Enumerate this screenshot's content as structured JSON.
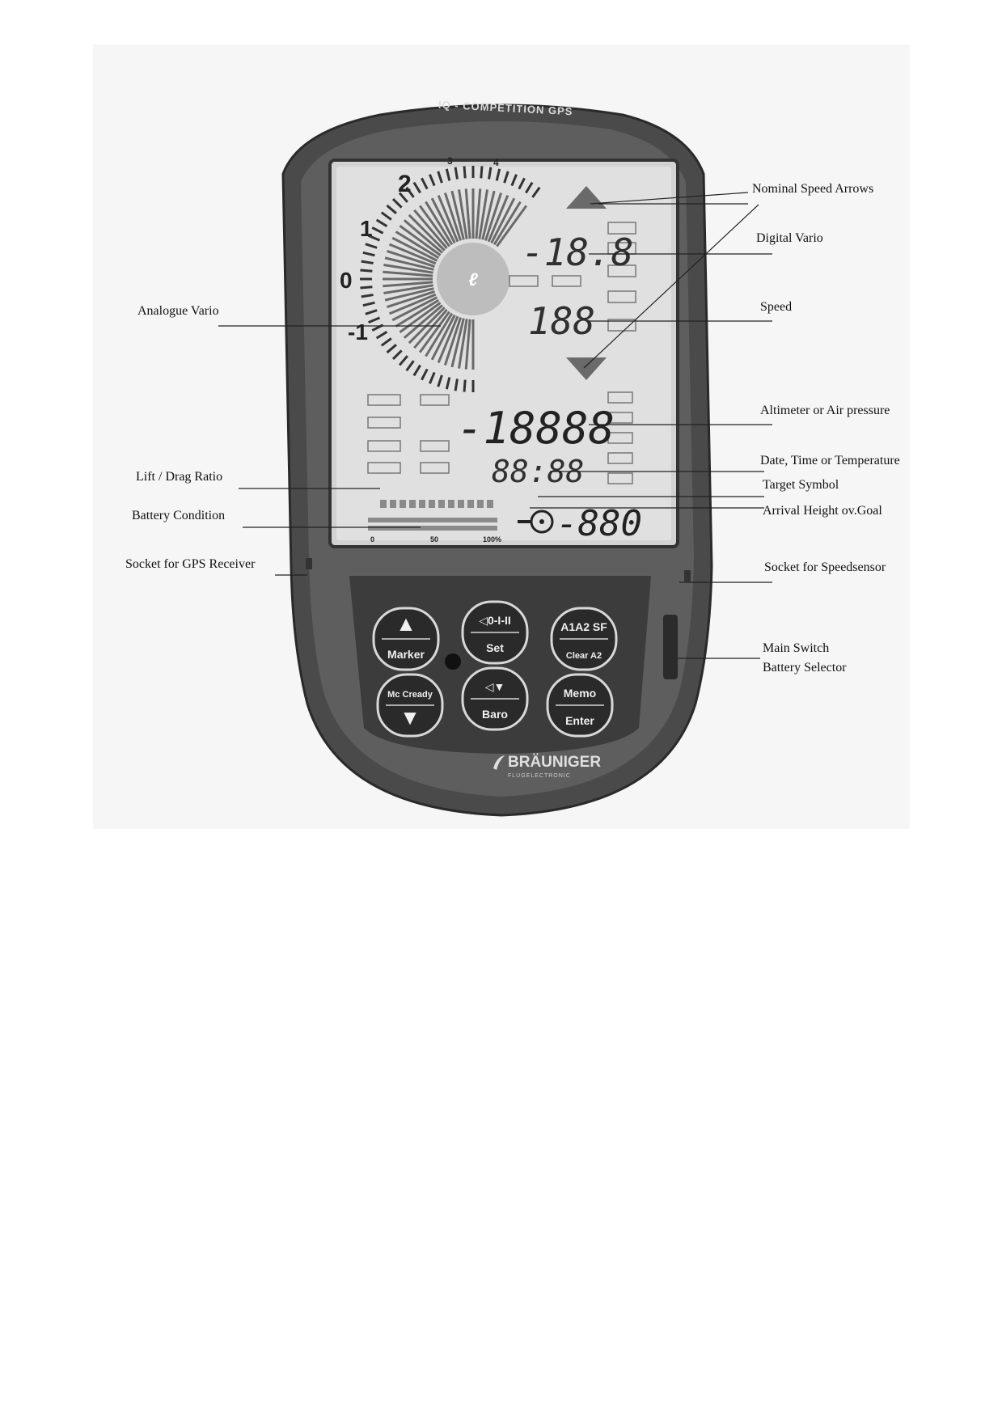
{
  "device": {
    "model_label": "IQ - COMPETITION GPS",
    "brand": "BRÄUNIGER",
    "brand_sub": "FLUGELECTRONIC"
  },
  "display": {
    "digital_vario": "-18.8",
    "speed": "188",
    "altimeter": "-18888",
    "time": "88:88",
    "arrival_height": "-880",
    "battery_scale": [
      "0",
      "50",
      "100%"
    ],
    "vario_scale": [
      "2",
      "1",
      "0",
      "-1"
    ],
    "vario_scale_top": [
      "3",
      "4"
    ]
  },
  "buttons": [
    {
      "line1": "▲",
      "line2": "Marker"
    },
    {
      "line1": "◁0-I-II",
      "line2": "Set"
    },
    {
      "line1": "A1A2 SF",
      "line2": "Clear A2"
    },
    {
      "line1": "Mc Cready",
      "line2": "▼"
    },
    {
      "line1": "◁▼",
      "line2": "Baro"
    },
    {
      "line1": "Memo",
      "line2": "Enter"
    }
  ],
  "callouts": {
    "nominal_speed_arrows": "Nominal Speed Arrows",
    "digital_vario": "Digital Vario",
    "analogue_vario": "Analogue Vario",
    "speed": "Speed",
    "altimeter": "Altimeter or Air pressure",
    "date_time": "Date, Time or Temperature",
    "lift_drag": "Lift / Drag Ratio",
    "target_symbol": "Target Symbol",
    "battery": "Battery Condition",
    "arrival_height": "Arrival Height ov.Goal",
    "socket_gps": "Socket for GPS Receiver",
    "socket_speed": "Socket for Speedsensor",
    "main_switch_1": "Main Switch",
    "main_switch_2": "Battery Selector"
  }
}
